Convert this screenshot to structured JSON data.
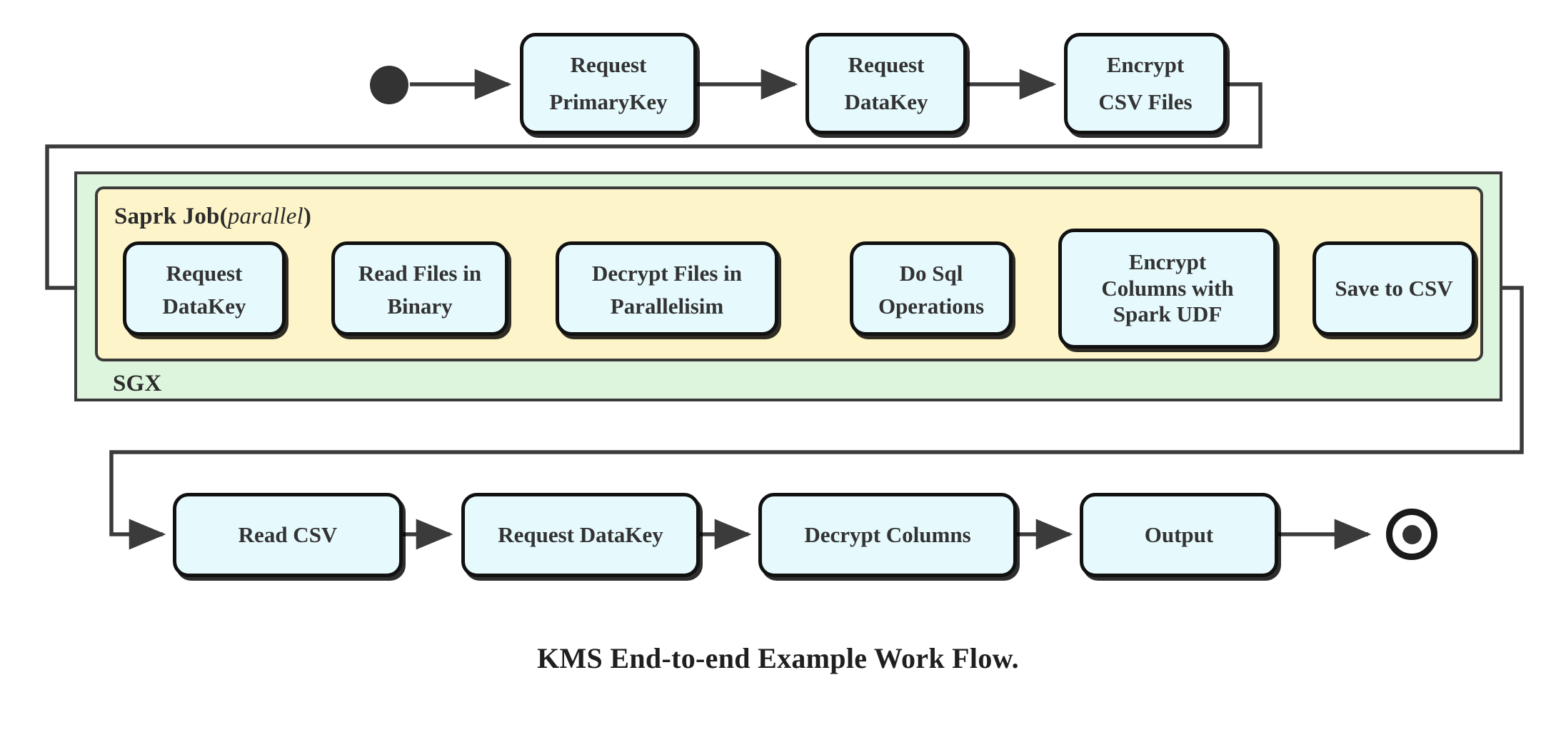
{
  "diagram": {
    "caption": "KMS End-to-end Example Work Flow.",
    "colors": {
      "node_fill": "#e6f9fd",
      "node_stroke": "#111111",
      "sgx_fill": "#ddf5dd",
      "spark_fill": "#fdf5c9",
      "container_stroke": "#3b3b3b",
      "edge_stroke": "#3b3b3b",
      "terminator_fill": "#333333"
    },
    "terminators": {
      "start": "start-node",
      "end": "end-node"
    },
    "containers": [
      {
        "id": "sgx",
        "label": "SGX",
        "label_suffix": ""
      },
      {
        "id": "spark",
        "label": "Saprk Job",
        "label_suffix": "(parallel)",
        "label_suffix_open": "(",
        "label_suffix_italic": "parallel",
        "label_suffix_close": ")"
      }
    ],
    "rows": {
      "top": {
        "name": "preparation-row",
        "nodes": [
          {
            "id": "request-primarykey",
            "line1": "Request",
            "line2": "PrimaryKey"
          },
          {
            "id": "request-datakey-top",
            "line1": "Request",
            "line2": "DataKey"
          },
          {
            "id": "encrypt-csv-files",
            "line1": "Encrypt",
            "line2": "CSV Files"
          }
        ]
      },
      "middle": {
        "name": "spark-job-row",
        "nodes": [
          {
            "id": "request-datakey-spark",
            "line1": "Request",
            "line2": "DataKey",
            "line3": ""
          },
          {
            "id": "read-files-in-binary",
            "line1": "Read Files in",
            "line2": "Binary",
            "line3": ""
          },
          {
            "id": "decrypt-files-in-parallelisim",
            "line1": "Decrypt Files in",
            "line2": "Parallelisim",
            "line3": ""
          },
          {
            "id": "do-sql-operations",
            "line1": "Do Sql",
            "line2": "Operations",
            "line3": ""
          },
          {
            "id": "encrypt-columns-with-spark-udf",
            "line1": "Encrypt",
            "line2": "Columns with",
            "line3": "Spark UDF"
          },
          {
            "id": "save-to-csv",
            "line1": "Save to CSV",
            "line2": "",
            "line3": ""
          }
        ]
      },
      "bottom": {
        "name": "consumption-row",
        "nodes": [
          {
            "id": "read-csv",
            "line1": "Read CSV",
            "line2": ""
          },
          {
            "id": "request-datakey-bottom",
            "line1": "Request DataKey",
            "line2": ""
          },
          {
            "id": "decrypt-columns",
            "line1": "Decrypt Columns",
            "line2": ""
          },
          {
            "id": "output",
            "line1": "Output",
            "line2": ""
          }
        ]
      }
    }
  }
}
